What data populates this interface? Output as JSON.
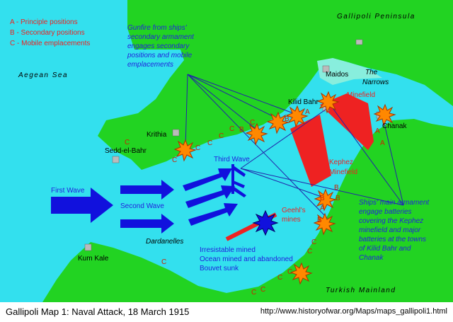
{
  "legend": {
    "items": [
      "A - Principle positions",
      "B - Secondary positions",
      "C - Mobile emplacements"
    ]
  },
  "places": {
    "peninsula": "Gallipoli Peninsula",
    "aegean": "Aegean Sea",
    "maidos": "Maidos",
    "narrows_1": "The",
    "narrows_2": "Narrows",
    "minefield": "Minefield",
    "kilid_bahr": "Kilid Bahr",
    "chanak": "Chanak",
    "krithia": "Krithia",
    "sedd_el_bahr": "Sedd-el-Bahr",
    "kephez_1": "Kephez",
    "kephez_2": "Minefield",
    "dardanelles": "Dardanelles",
    "kum_kale": "Kum Kale",
    "turkish_mainland": "Turkish Mainland"
  },
  "waves": {
    "first": "First Wave",
    "second": "Second Wave",
    "third": "Third Wave"
  },
  "notes": {
    "gunfire": [
      "Gunfire from ships'",
      "secondary armament",
      "engages secondary",
      "positions and mobile",
      "emplacements"
    ],
    "main_armament": [
      "Ships' main armament",
      "engage batteries",
      "covering the Kephez",
      "minefield and major",
      "batteries at the towns",
      "of Kilid Bahr and",
      "Chanak"
    ],
    "geehls": [
      "Geehl's",
      "mines"
    ],
    "losses": [
      "Irresistable mined",
      "Ocean mined and abandoned",
      "Bouvet sunk"
    ]
  },
  "footer": {
    "caption": "Gallipoli Map 1: Naval Attack, 18 March 1915",
    "url": "http://www.historyofwar.org/Maps/maps_gallipoli1.html"
  },
  "colors": {
    "sea": "#33e0ee",
    "land": "#22d322",
    "minefield": "#ee2222",
    "arrows": "#1111dd",
    "legend_text": "#ee2222",
    "note_text": "#2222dd"
  }
}
